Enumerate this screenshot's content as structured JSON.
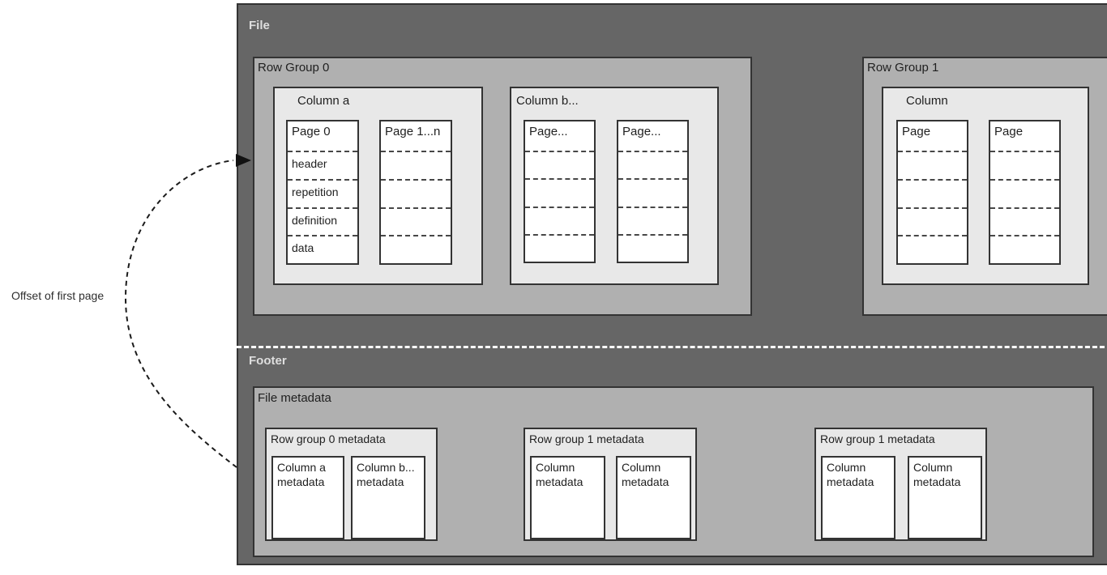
{
  "annotation": {
    "offset_label": "Offset of first page"
  },
  "file": {
    "label": "File",
    "row_groups": [
      {
        "label": "Row Group 0",
        "columns": [
          {
            "label": "Column a",
            "pages": [
              {
                "title": "Page 0",
                "rows": [
                  "header",
                  "repetition",
                  "definition",
                  "data"
                ]
              },
              {
                "title": "Page 1...n",
                "rows": [
                  "",
                  "",
                  "",
                  ""
                ]
              }
            ]
          },
          {
            "label": "Column b...",
            "pages": [
              {
                "title": "Page...",
                "rows": [
                  "",
                  "",
                  "",
                  ""
                ]
              },
              {
                "title": "Page...",
                "rows": [
                  "",
                  "",
                  "",
                  ""
                ]
              }
            ]
          }
        ]
      },
      {
        "label": "Row Group 1",
        "columns": [
          {
            "label": "Column",
            "pages": [
              {
                "title": "Page",
                "rows": [
                  "",
                  "",
                  "",
                  ""
                ]
              },
              {
                "title": "Page",
                "rows": [
                  "",
                  "",
                  "",
                  ""
                ]
              }
            ]
          }
        ]
      }
    ],
    "footer": {
      "label": "Footer",
      "file_metadata": {
        "label": "File metadata",
        "row_group_metadata": [
          {
            "label": "Row group 0 metadata",
            "columns": [
              "Column a metadata",
              "Column b... metadata"
            ]
          },
          {
            "label": "Row group 1 metadata",
            "columns": [
              "Column metadata",
              "Column metadata"
            ]
          },
          {
            "label": "Row group 1 metadata",
            "columns": [
              "Column metadata",
              "Column metadata"
            ]
          }
        ]
      }
    }
  },
  "colors": {
    "file_fill": "#666666",
    "row_group_fill": "#b0b0b0",
    "column_fill": "#e8e8e8",
    "page_fill": "#ffffff",
    "border": "#333333",
    "light_label": "#dedede",
    "dark_label": "#1f1f1f",
    "separator": "#ffffff",
    "arrow": "#1b1b1b"
  }
}
